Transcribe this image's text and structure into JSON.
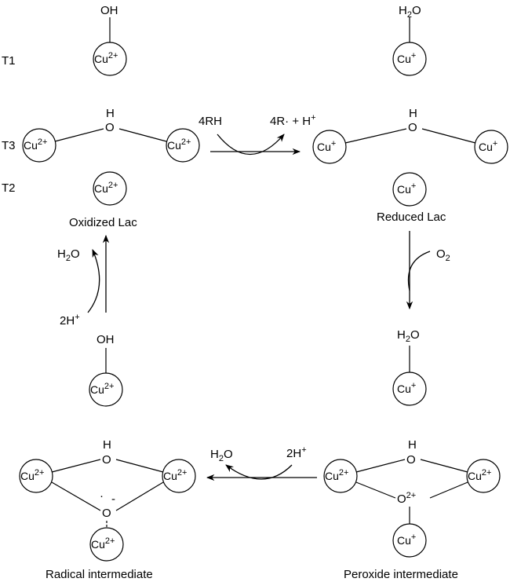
{
  "row_labels": {
    "t1": "T1",
    "t3": "T3",
    "t2": "T2"
  },
  "ions": {
    "cu": "Cu",
    "cu2_charge": "2+",
    "cu1_charge": "+"
  },
  "atoms": {
    "o": "O",
    "h": "H",
    "oh": "OH",
    "o2": "O",
    "o2_charge": "2+",
    "h2o_h": "H",
    "h2o_sub": "2",
    "h2o_o": "O"
  },
  "radical": {
    "dot": "·",
    "minus": "-"
  },
  "reagents": {
    "rh": "4RH",
    "products": "4R· + H",
    "products_charge": "+",
    "o2_reagent": "O",
    "o2_sub": "2",
    "protons": "2H",
    "protons_charge": "+"
  },
  "states": {
    "oxidized": "Oxidized Lac",
    "reduced": "Reduced Lac",
    "radical": "Radical intermediate",
    "peroxide": "Peroxide intermediate"
  }
}
